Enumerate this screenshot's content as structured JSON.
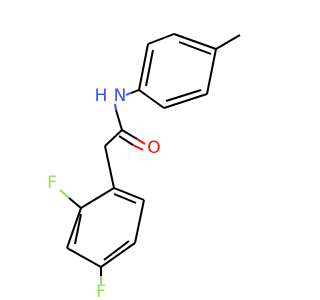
{
  "molecule": {
    "atoms": {
      "fluorine_top": {
        "symbol": "F"
      },
      "fluorine_bottom": {
        "symbol": "F"
      },
      "oxygen": {
        "symbol": "O"
      },
      "nitrogen_hydrogen": {
        "symbol": "N",
        "hydrogen": "H"
      }
    }
  },
  "colors": {
    "bond": "#000000",
    "fluorine": "#90e050",
    "oxygen": "#ff0d0d",
    "nitrogen": "#3050f8",
    "background": "#ffffff"
  }
}
